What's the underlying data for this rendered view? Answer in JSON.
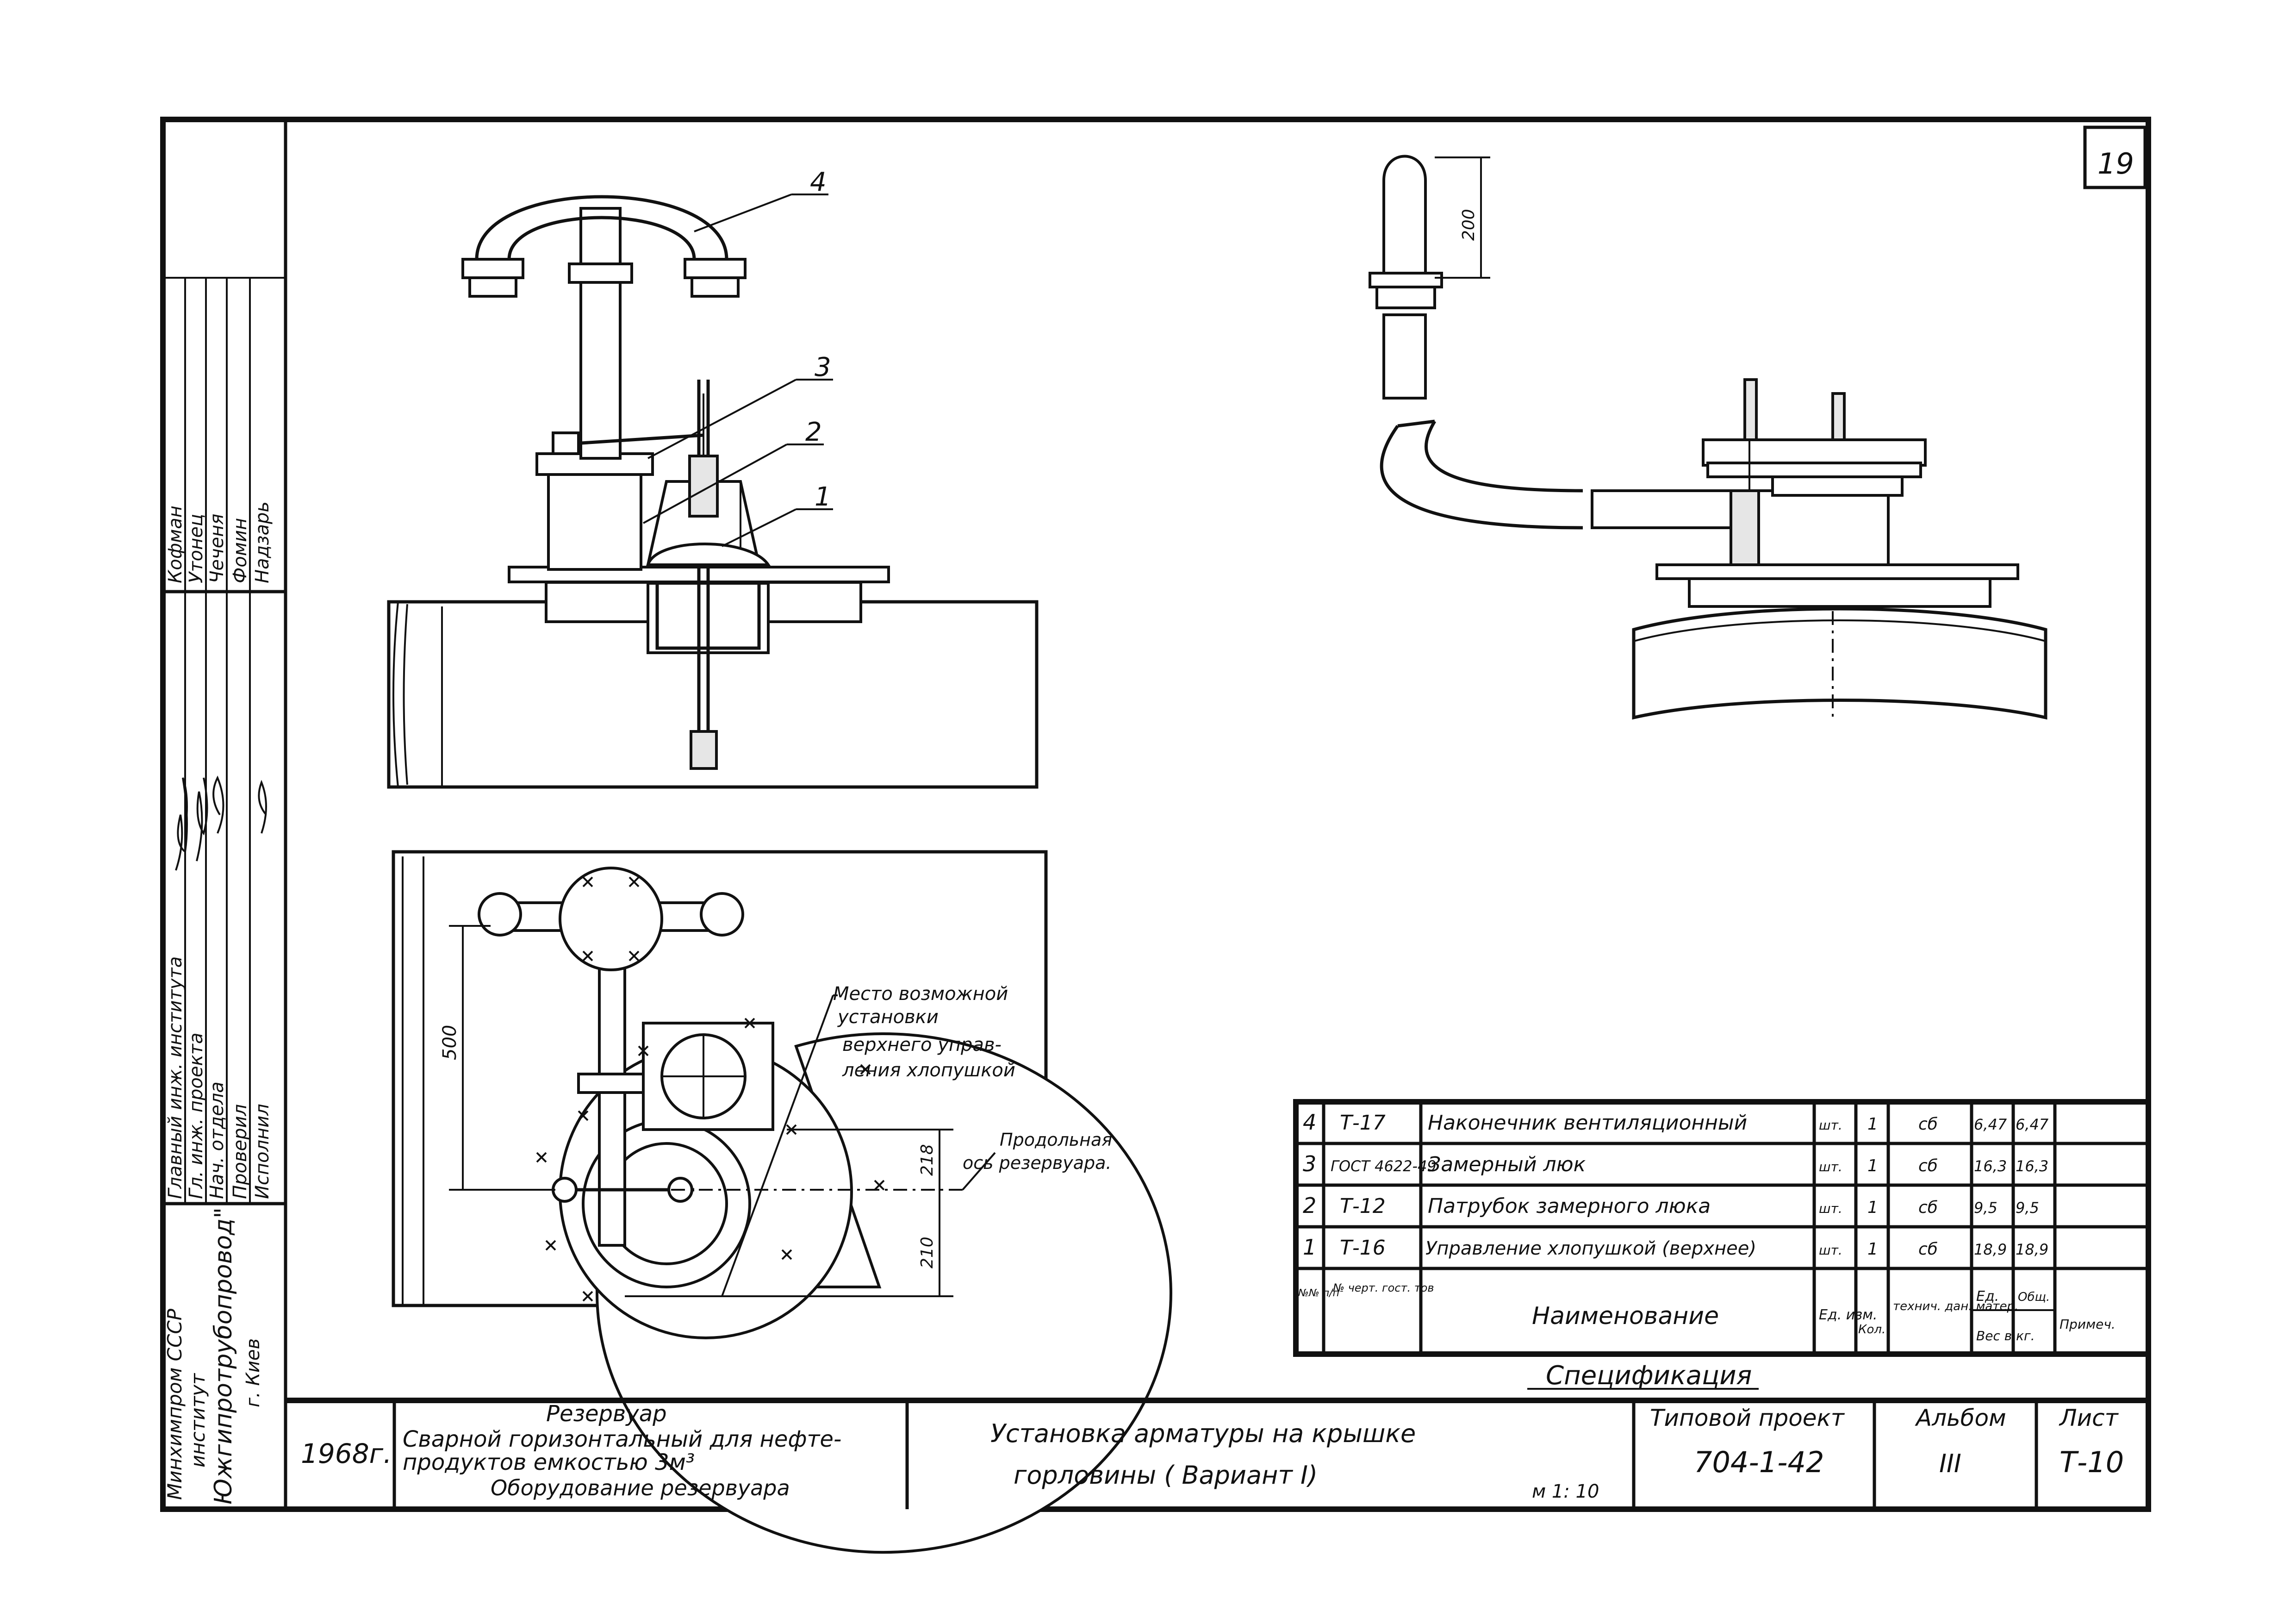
{
  "sheet": {
    "sheet_corner_number": "19",
    "scale": "м 1: 10",
    "year": "1968г."
  },
  "left_stamp": {
    "roles": [
      "Главный инж. института",
      "Гл. инж. проекта",
      "Нач. отдела",
      "Проверил",
      "Исполнил"
    ],
    "names": [
      "Кофман",
      "Утонец",
      "Чеченя",
      "Фомин",
      "Надзарь"
    ],
    "org_lines": [
      "Минхимпром СССР",
      "институт",
      "Южгипротрубопровод\"",
      "г. Киев"
    ]
  },
  "callouts": {
    "c1": "1",
    "c2": "2",
    "c3": "3",
    "c4": "4",
    "dim_200": "200",
    "dim_500": "500",
    "dim_218": "218",
    "dim_210": "210"
  },
  "note_place": {
    "l1": "Место возможной",
    "l2": "установки",
    "l3": "верхнего управ-",
    "l4": "ления хлопушкой"
  },
  "note_axis": {
    "l1": "Продольная",
    "l2": "ось резервуара."
  },
  "spec": {
    "title": "Спецификация",
    "rows": [
      {
        "pos": "4",
        "doc": "Т-17",
        "name": "Наконечник вентиляционный",
        "unit": "шт.",
        "qty": "1",
        "tech": "сб",
        "w1": "6,47",
        "w2": "6,47"
      },
      {
        "pos": "3",
        "doc": "ГОСТ 4622-49",
        "name": "Замерный люк",
        "unit": "шт.",
        "qty": "1",
        "tech": "сб",
        "w1": "16,3",
        "w2": "16,3"
      },
      {
        "pos": "2",
        "doc": "Т-12",
        "name": "Патрубок замерного люка",
        "unit": "шт.",
        "qty": "1",
        "tech": "сб",
        "w1": "9,5",
        "w2": "9,5"
      },
      {
        "pos": "1",
        "doc": "Т-16",
        "name": "Управление хлопушкой (верхнее)",
        "unit": "шт.",
        "qty": "1",
        "tech": "сб",
        "w1": "18,9",
        "w2": "18,9"
      }
    ],
    "header": {
      "pos": "№№ п/п",
      "doc": "№ черт. гост. тов",
      "name": "Наименование",
      "unit": "Ед. изм.",
      "qty": "Кол.",
      "tech": "технич. дан. матер.",
      "w_unit": "Ед.",
      "w_total": "Общ.",
      "w_label": "Вес в кг.",
      "note": "Примеч."
    }
  },
  "title_block": {
    "object_l1": "Резервуар",
    "object_l2": "Сварной горизонтальный для нефте-",
    "object_l3": "продуктов емкостью 3м³",
    "object_l4": "Оборудование резервуара",
    "drawing_l1": "Установка арматуры на крышке",
    "drawing_l2": "горловины ( Вариант I)",
    "project_label": "Типовой проект",
    "project_value": "704-1-42",
    "album_label": "Альбом",
    "album_value": "III",
    "sheet_label": "Лист",
    "sheet_value": "Т-10"
  }
}
